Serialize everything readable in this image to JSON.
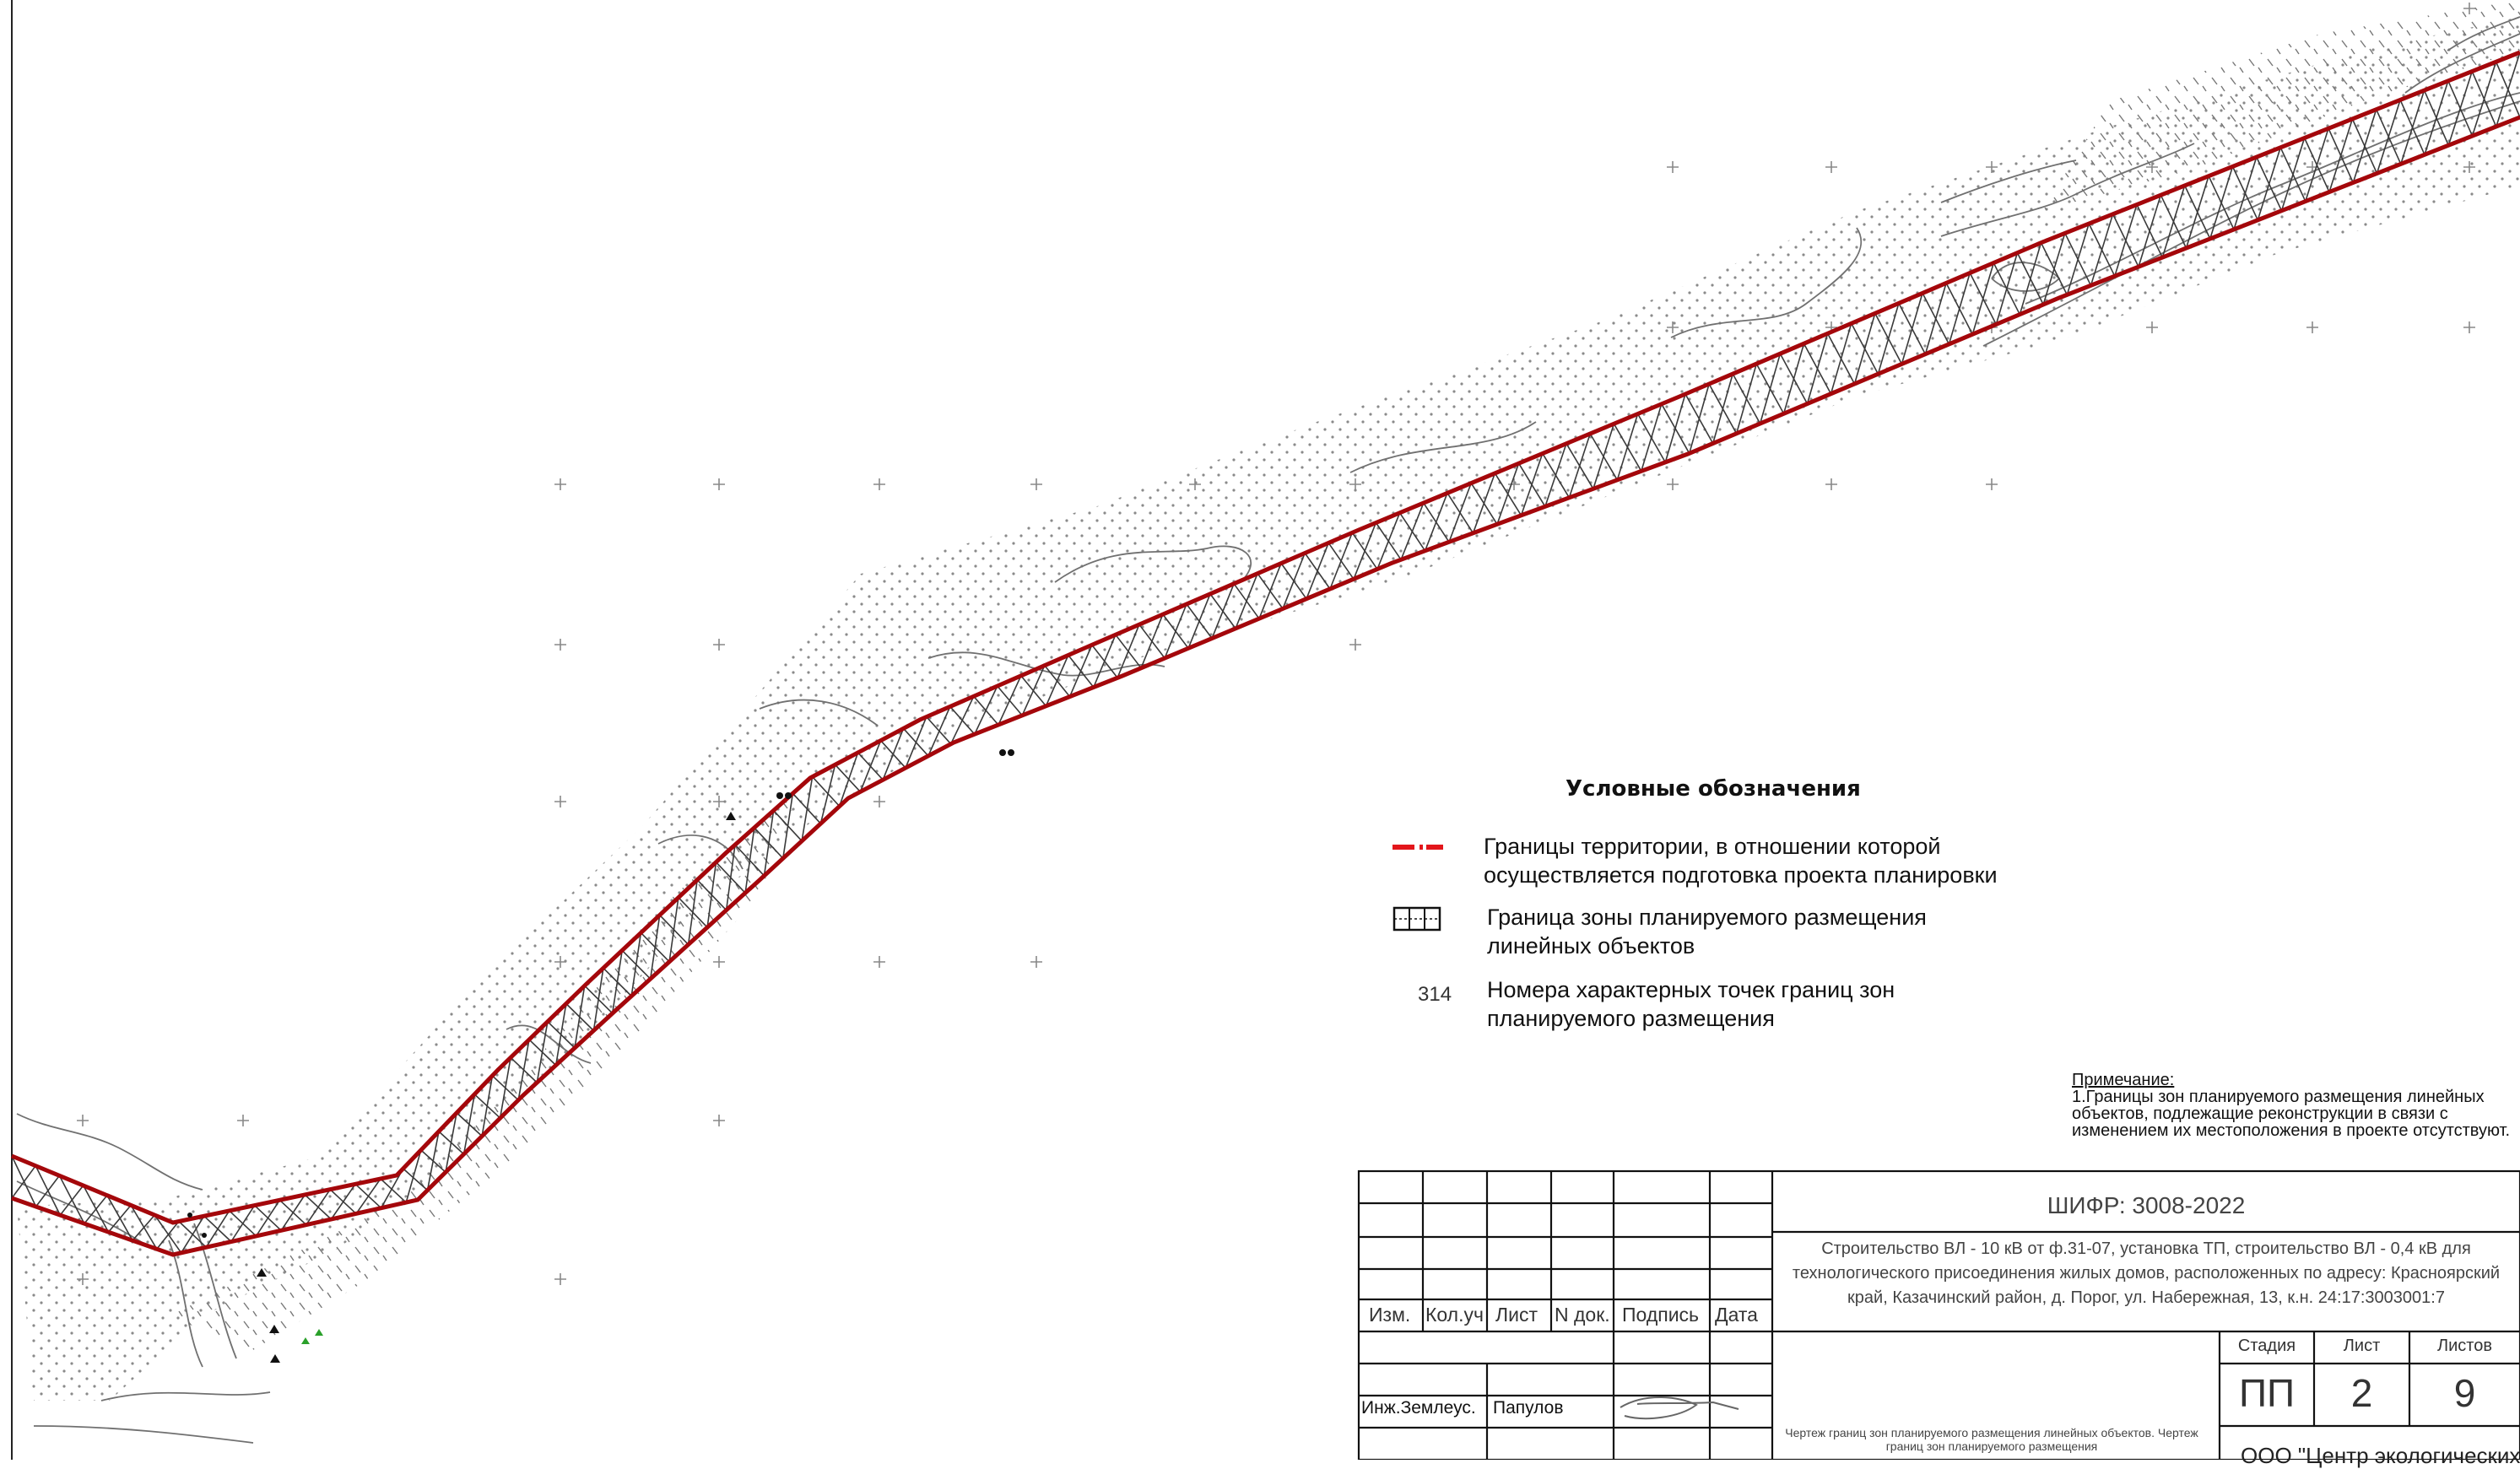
{
  "legend": {
    "title": "Условные обозначения",
    "items": [
      {
        "symbol": "red-dash-dot-line-icon",
        "text": "Границы территории, в отношении которой\nосуществляется подготовка проекта планировки"
      },
      {
        "symbol": "zone-boundary-box-icon",
        "text": "Граница зоны планируемого размещения\nлинейных объектов"
      },
      {
        "symbol": "point-number",
        "number": "314",
        "text": "Номера характерных точек границ  зон\nпланируемого размещения"
      }
    ]
  },
  "note": {
    "title": "Примечание:",
    "body": "1.Границы зон планируемого размещения линейных объектов, подлежащие реконструкции в связи с изменением их местоположения в проекте  отсутствуют."
  },
  "stamp": {
    "shifr": "ШИФР: 3008-2022",
    "description": "Строительство ВЛ - 10 кВ от ф.31-07, установка ТП, строительство ВЛ - 0,4 кВ для технологического присоединения жилых домов, расположенных по адресу: Красноярский край, Казачинский район, д. Порог, ул. Набережная, 13, к.н. 24:17:3003001:7",
    "columns": [
      "Изм.",
      "Кол.уч",
      "Лист",
      "N док.",
      "Подпись",
      "Дата"
    ],
    "role": "Инж.Землеус.",
    "person": "Папулов",
    "sheet_headers": [
      "Стадия",
      "Лист",
      "Листов"
    ],
    "stage": "ПП",
    "sheet": "2",
    "sheets": "9",
    "drawing_title": "Чертеж границ зон планируемого размещения линейных объектов. Чертеж границ зон планируемого размещения",
    "company": "ООО \"Центр экологических"
  },
  "colors": {
    "boundary_red": "#a4070b",
    "legend_red": "#e3161b",
    "contour": "#6d6d6d",
    "hatch": "#303030",
    "dots": "#7a7a7a"
  }
}
